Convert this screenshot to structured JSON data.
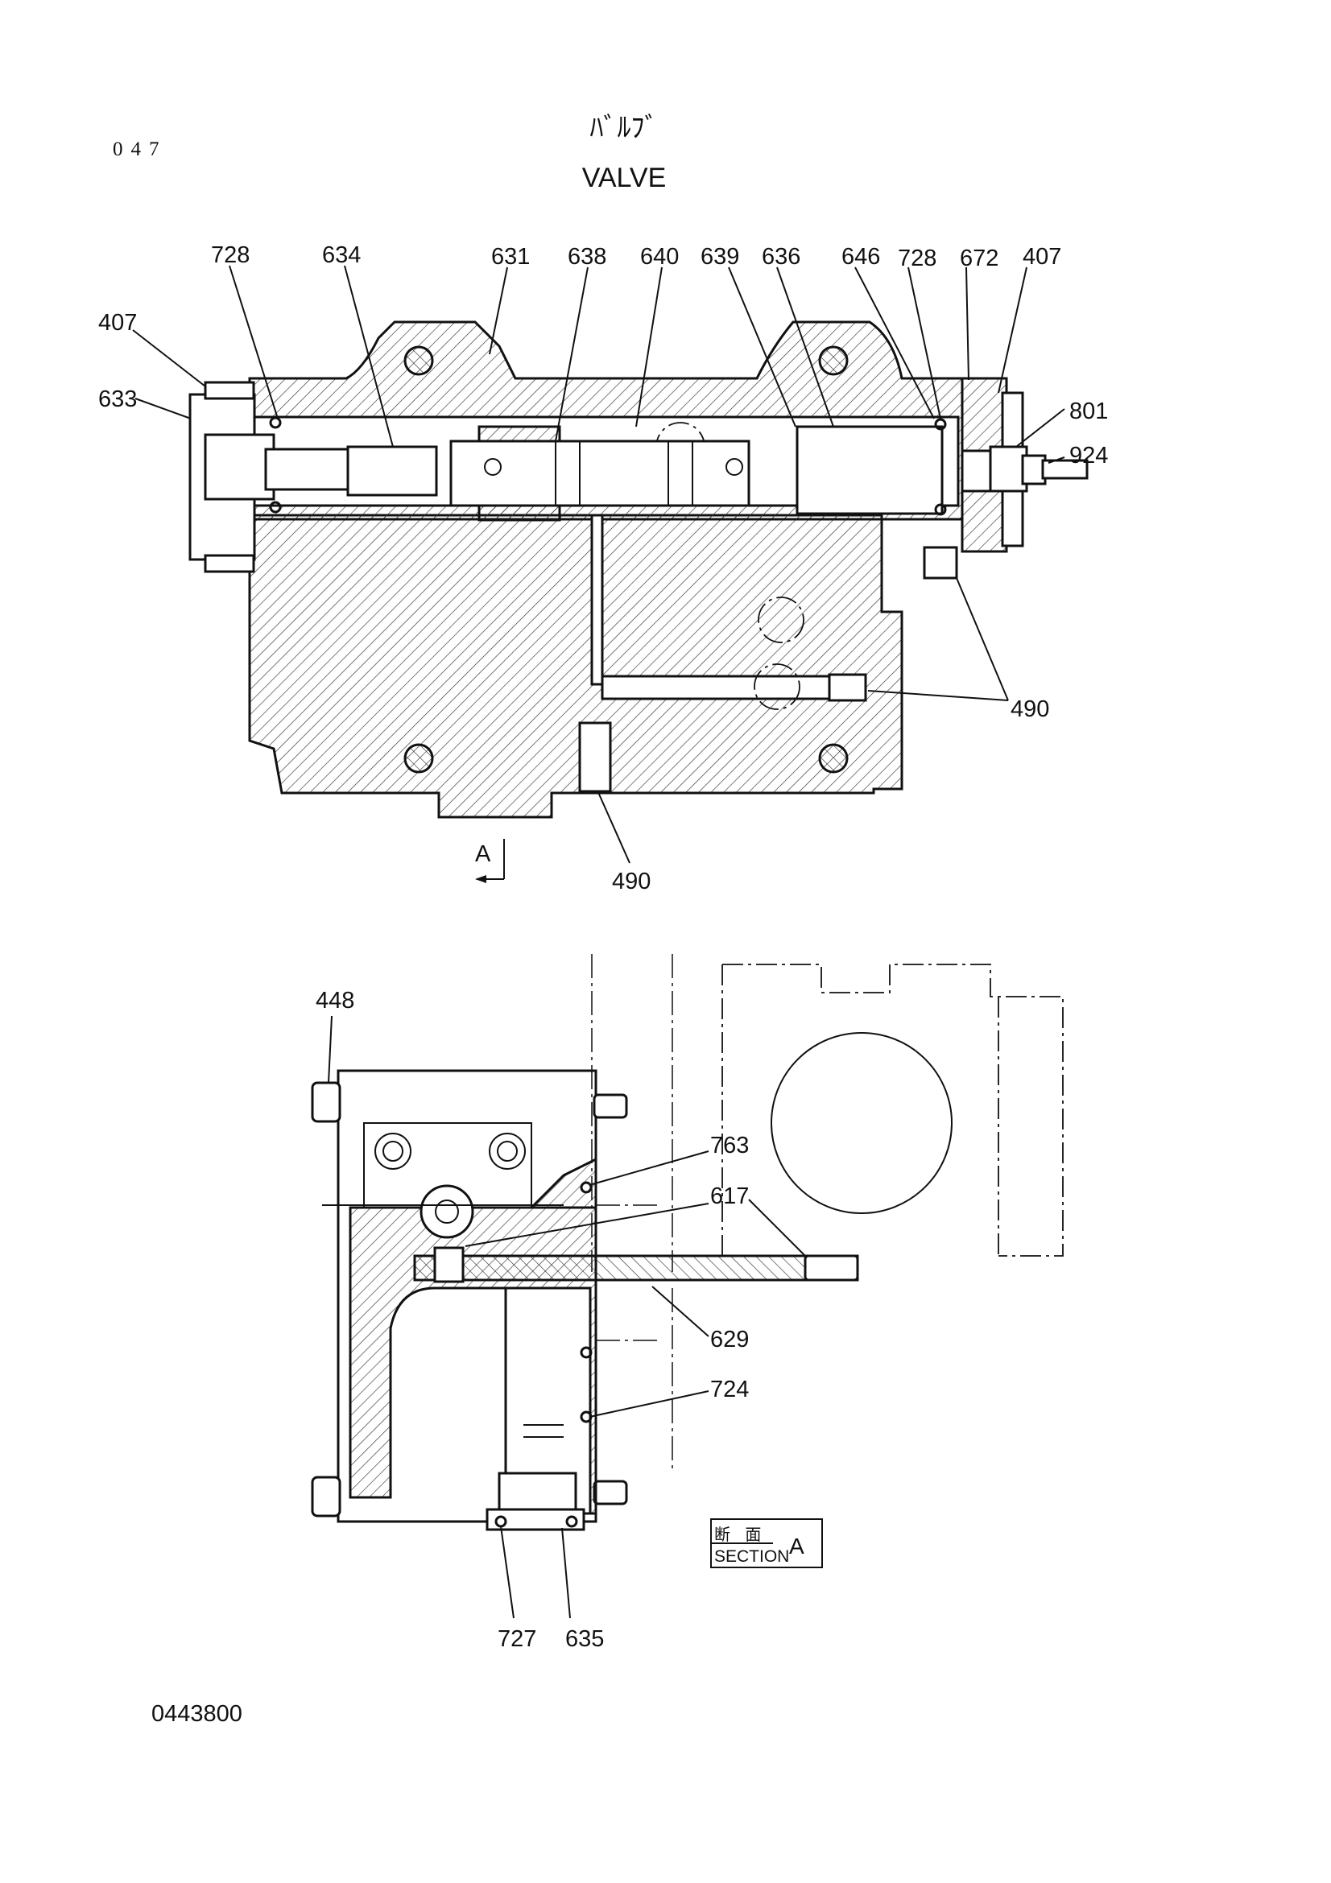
{
  "page": {
    "page_number": "047",
    "title_jp": "ﾊﾞﾙﾌﾞ",
    "title_en": "VALVE",
    "drawing_number": "0443800"
  },
  "top_view": {
    "labels": [
      "407",
      "633",
      "728",
      "634",
      "631",
      "638",
      "640",
      "639",
      "636",
      "646",
      "728",
      "672",
      "407",
      "801",
      "924",
      "490",
      "490"
    ]
  },
  "section_marker": {
    "letter": "A"
  },
  "bottom_view": {
    "labels": [
      "448",
      "763",
      "617",
      "629",
      "724",
      "727",
      "635"
    ],
    "section_box": {
      "jp": "断 面",
      "en": "SECTION",
      "letter": "A"
    }
  },
  "colors": {
    "ink": "#111111",
    "paper": "#ffffff"
  }
}
